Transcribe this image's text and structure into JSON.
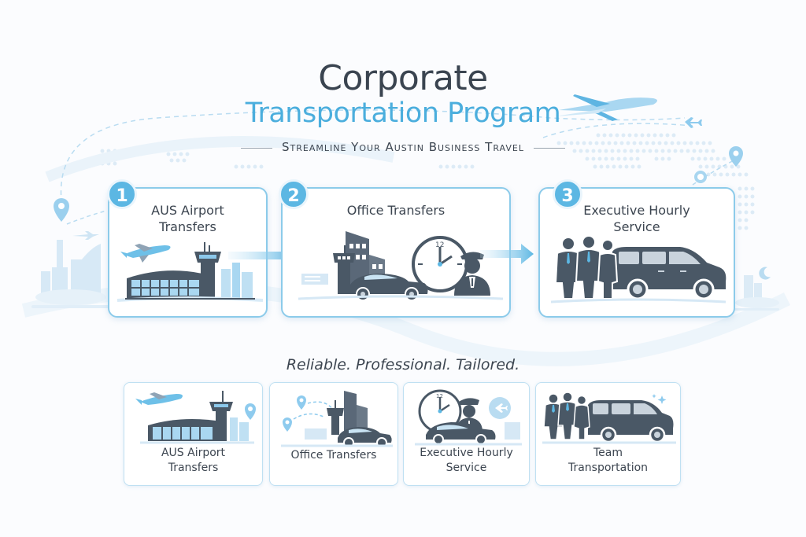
{
  "header": {
    "title_line1": "Corporate",
    "title_line2": "Transportation Program",
    "tagline": "Streamline Your Austin Business Travel"
  },
  "steps": [
    {
      "number": "1",
      "title": "AUS Airport Transfers",
      "icon": "airport-terminal-icon"
    },
    {
      "number": "2",
      "title": "Office Transfers",
      "icon": "office-car-chauffeur-icon"
    },
    {
      "number": "3",
      "title_line1": "Executive Hourly",
      "title_line2": "Service",
      "icon": "executives-van-icon"
    }
  ],
  "motto": "Reliable. Professional. Tailored.",
  "services": [
    {
      "line1": "AUS Airport",
      "line2": "Transfers",
      "icon": "airport-terminal-icon"
    },
    {
      "line1": "Office Transfers",
      "line2": "",
      "icon": "office-route-car-icon"
    },
    {
      "line1": "Executive Hourly",
      "line2": "Service",
      "icon": "clock-chauffeur-car-icon"
    },
    {
      "line1": "Team",
      "line2": "Transportation",
      "icon": "team-van-icon"
    }
  ],
  "step1_title_line1": "AUS Airport",
  "step1_title_line2": "Transfers",
  "colors": {
    "accent_blue": "#4baedd",
    "badge_blue": "#5cb7e3",
    "border_blue": "#8ccbea",
    "dark_slate": "#4a5866",
    "title_dark": "#3a4450"
  }
}
